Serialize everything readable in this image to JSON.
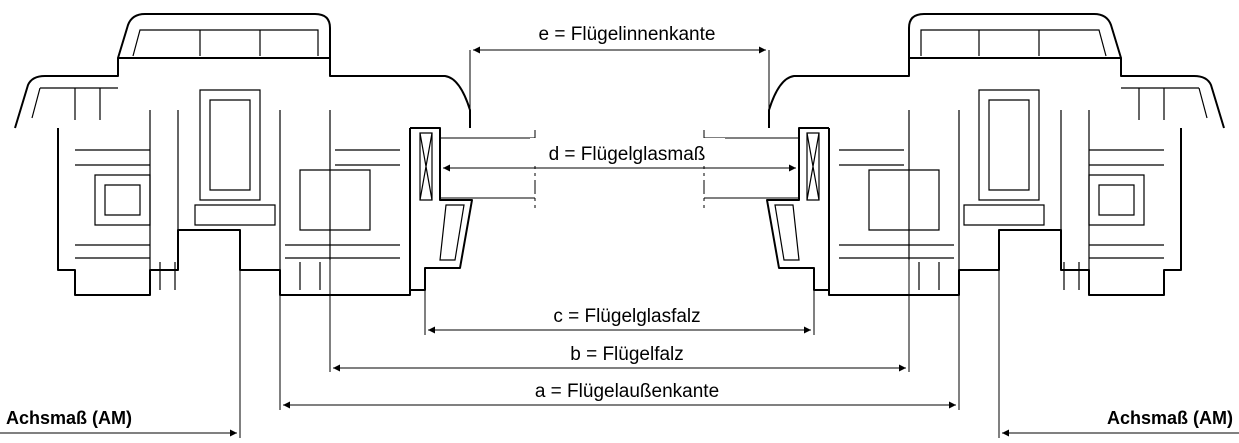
{
  "dimensions": {
    "e": "e = Flügelinnenkante",
    "d": "d = Flügelglasmaß",
    "c": "c = Flügelglasfalz",
    "b": "b = Flügelfalz",
    "a": "a = Flügelaußenkante"
  },
  "axis_label_left": "Achsmaß (AM)",
  "axis_label_right": "Achsmaß (AM)"
}
